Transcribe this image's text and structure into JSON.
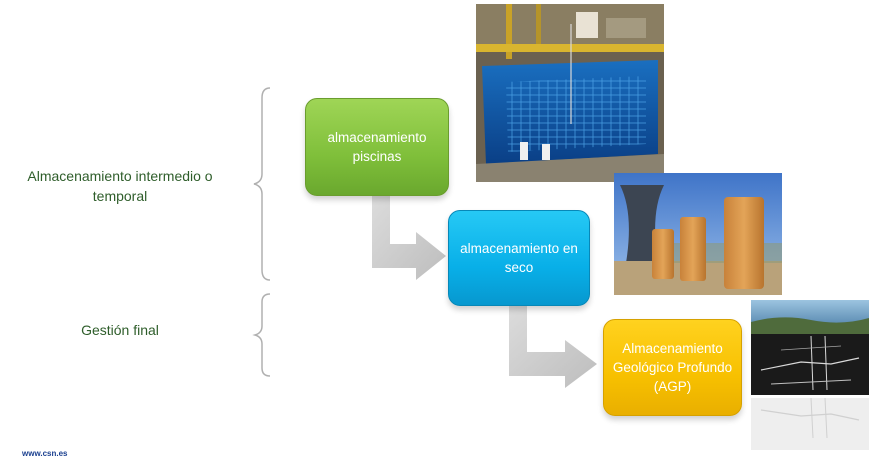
{
  "labels": {
    "intermedio": "Almacenamiento intermedio o temporal",
    "final": "Gestión final"
  },
  "boxes": {
    "piscinas": "almacenamiento piscinas",
    "seco": "almacenamiento en seco",
    "agp": "Almacenamiento Geológico Profundo (AGP)"
  },
  "footer": {
    "url": "www.csn.es"
  },
  "colors": {
    "label_text": "#2e5d2a",
    "box_green": "#7fbf3a",
    "box_blue": "#08afe8",
    "box_yellow": "#f7c000",
    "arrow_gray": "#c8c8c8",
    "bracket_gray": "#b0b0b0"
  },
  "images": {
    "pool": "spent-fuel-pool-photo",
    "dry": "dry-cask-storage-photo",
    "agp": "deep-geological-repository-photo"
  }
}
